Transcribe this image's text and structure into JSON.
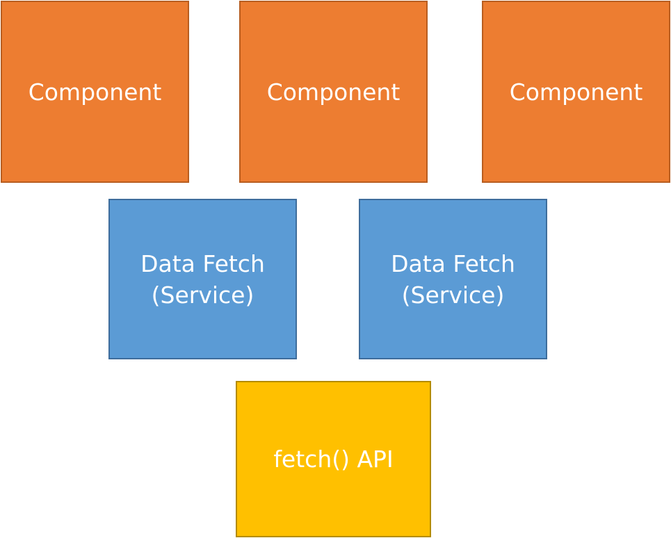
{
  "colors": {
    "component": "#ED7D31",
    "service": "#5B9BD5",
    "api": "#FFC000",
    "text": "#FFFFFF"
  },
  "components": [
    {
      "label": "Component"
    },
    {
      "label": "Component"
    },
    {
      "label": "Component"
    }
  ],
  "services": [
    {
      "line1": "Data Fetch",
      "line2": "(Service)"
    },
    {
      "line1": "Data Fetch",
      "line2": "(Service)"
    }
  ],
  "api": {
    "label": "fetch() API"
  }
}
